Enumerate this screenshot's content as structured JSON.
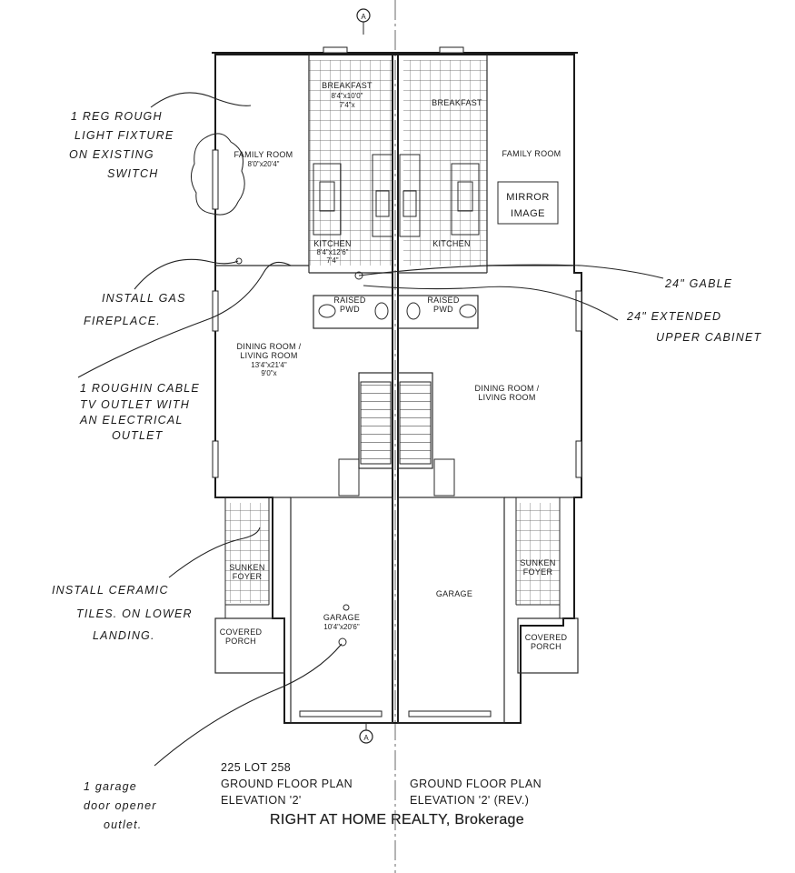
{
  "rooms": {
    "breakfast_left": "BREAKFAST",
    "breakfast_left_dim": "8'4\"x10'0\"",
    "breakfast_left_dim2": "7'4\"x",
    "breakfast_right": "BREAKFAST",
    "family_left": "FAMILY ROOM",
    "family_left_dim": "8'0\"x20'4\"",
    "family_right": "FAMILY ROOM",
    "mirror_line1": "MIRROR",
    "mirror_line2": "IMAGE",
    "kitchen_left": "KITCHEN",
    "kitchen_left_dim": "8'4\"x12'6\"",
    "kitchen_left_dim2": "7'4\"",
    "kitchen_right": "KITCHEN",
    "pwd_left_1": "RAISED",
    "pwd_left_2": "PWD",
    "pwd_right_1": "RAISED",
    "pwd_right_2": "PWD",
    "dining_left_1": "DINING ROOM /",
    "dining_left_2": "LIVING ROOM",
    "dining_left_dim": "13'4\"x21'4\"",
    "dining_left_dim2": "9'0\"x",
    "dining_right_1": "DINING ROOM /",
    "dining_right_2": "LIVING ROOM",
    "foyer_left_1": "SUNKEN",
    "foyer_left_2": "FOYER",
    "foyer_right_1": "SUNKEN",
    "foyer_right_2": "FOYER",
    "porch_left_1": "COVERED",
    "porch_left_2": "PORCH",
    "porch_right_1": "COVERED",
    "porch_right_2": "PORCH",
    "garage_left": "GARAGE",
    "garage_left_dim": "10'4\"x20'6\"",
    "garage_right": "GARAGE"
  },
  "callouts": {
    "section_marker": "A"
  },
  "notes": {
    "light_1": "1 REG ROUGH",
    "light_2": "LIGHT FIXTURE",
    "light_3": "ON EXISTING",
    "light_4": "SWITCH",
    "gas_1": "INSTALL GAS",
    "gas_2": "FIREPLACE.",
    "cable_1": "1 ROUGHIN CABLE",
    "cable_2": "TV OUTLET WITH",
    "cable_3": "AN ELECTRICAL",
    "cable_4": "OUTLET",
    "tile_1": "INSTALL CERAMIC",
    "tile_2": "TILES. ON LOWER",
    "tile_3": "LANDING.",
    "garage_1": "1 garage",
    "garage_2": "door opener",
    "garage_3": "outlet.",
    "gable": "24\" GABLE",
    "cabinet_1": "24\" EXTENDED",
    "cabinet_2": "UPPER CABINET"
  },
  "captions": {
    "lot": "225  LOT 258",
    "left_1": "GROUND FLOOR PLAN",
    "left_2": "ELEVATION '2'",
    "right_1": "GROUND FLOOR PLAN",
    "right_2": "ELEVATION '2' (REV.)"
  },
  "watermark": "RIGHT AT HOME REALTY, Brokerage"
}
